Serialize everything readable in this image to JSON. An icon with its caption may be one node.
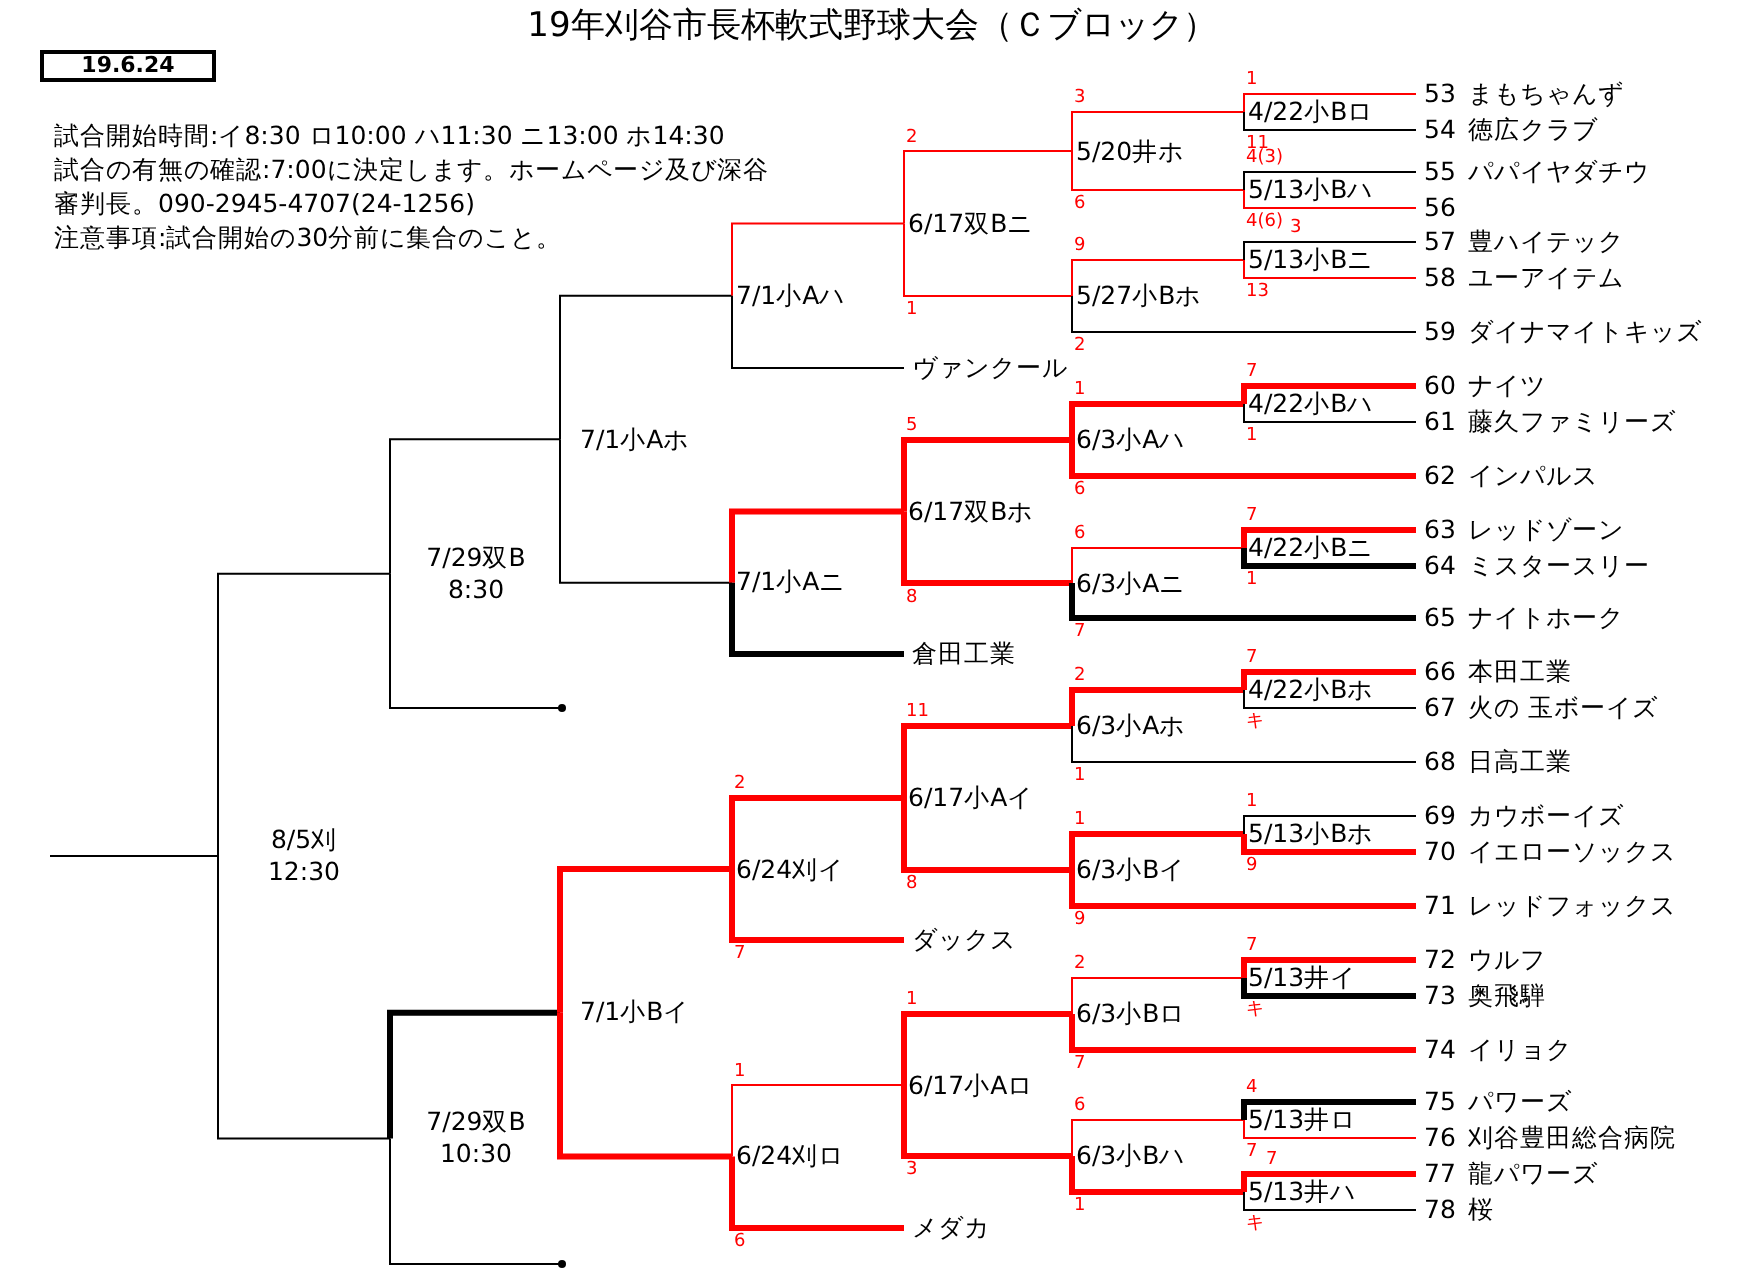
{
  "diagram": {
    "title": "19年刈谷市長杯軟式野球大会（Ｃブロック）",
    "nodes": [
      {
        "text": [
          "8/5刈",
          "12:30"
        ]
      },
      {
        "text": [
          "7/29双B",
          "8:30"
        ]
      },
      {
        "text": [
          "7/1小Aホ"
        ]
      },
      {
        "text": [
          "7/1小Aハ"
        ]
      },
      {
        "text": [
          "6/17双Bニ"
        ]
      },
      {
        "text": [
          "5/20井ホ"
        ]
      },
      {
        "text": [
          "4/22小Bロ"
        ]
      },
      {
        "text": [
          "53",
          "まもちゃんず"
        ]
      },
      {
        "text": [
          "54",
          "徳広クラブ"
        ]
      },
      {
        "text": [
          "5/13小Bハ"
        ]
      },
      {
        "text": [
          "55",
          "パパイヤダチウ"
        ]
      },
      {
        "text": [
          "56"
        ]
      },
      {
        "text": [
          "5/27小Bホ"
        ]
      },
      {
        "text": [
          "5/13小Bニ"
        ]
      },
      {
        "text": [
          "57",
          "豊ハイテック"
        ]
      },
      {
        "text": [
          "58",
          "ユーアイテム"
        ]
      },
      {
        "text": [
          "59",
          "ダイナマイトキッズ"
        ]
      },
      {
        "text": [
          "ヴァンクール"
        ]
      },
      {
        "text": [
          "7/1小Aニ"
        ]
      },
      {
        "text": [
          "6/17双Bホ"
        ]
      },
      {
        "text": [
          "6/3小Aハ"
        ]
      },
      {
        "text": [
          "4/22小Bハ"
        ]
      },
      {
        "text": [
          "60",
          "ナイツ"
        ]
      },
      {
        "text": [
          "61",
          "藤久ファミリーズ"
        ]
      },
      {
        "text": [
          "62",
          "インパルス"
        ]
      },
      {
        "text": [
          "6/3小Aニ"
        ]
      },
      {
        "text": [
          "4/22小Bニ"
        ]
      },
      {
        "text": [
          "63",
          "レッドゾーン"
        ]
      },
      {
        "text": [
          "64",
          "ミスタースリー"
        ]
      },
      {
        "text": [
          "65",
          "ナイトホーク"
        ]
      },
      {
        "text": [
          "倉田工業"
        ]
      },
      {
        "text": [],
        "shape": "point"
      },
      {
        "text": [
          "7/29双B",
          "10:30"
        ]
      },
      {
        "text": [
          "7/1小Bイ"
        ]
      },
      {
        "text": [
          "6/24刈イ"
        ]
      },
      {
        "text": [
          "6/17小Aイ"
        ]
      },
      {
        "text": [
          "6/3小Aホ"
        ]
      },
      {
        "text": [
          "4/22小Bホ"
        ]
      },
      {
        "text": [
          "66",
          "本田工業"
        ]
      },
      {
        "text": [
          "67",
          "火の 玉ボーイズ"
        ]
      },
      {
        "text": [
          "68",
          "日高工業"
        ]
      },
      {
        "text": [
          "6/3小Bイ"
        ]
      },
      {
        "text": [
          "5/13小Bホ"
        ]
      },
      {
        "text": [
          "69",
          "カウボーイズ"
        ]
      },
      {
        "text": [
          "70",
          "イエローソックス"
        ]
      },
      {
        "text": [
          "71",
          "レッドフォックス"
        ]
      },
      {
        "text": [
          "ダックス"
        ]
      },
      {
        "text": [
          "6/24刈ロ"
        ]
      },
      {
        "text": [
          "6/17小Aロ"
        ]
      },
      {
        "text": [
          "6/3小Bロ"
        ]
      },
      {
        "text": [
          "5/13井イ"
        ]
      },
      {
        "text": [
          "72",
          "ウルフ"
        ]
      },
      {
        "text": [
          "73",
          "奥飛騨"
        ]
      },
      {
        "text": [
          "74",
          "イリョク"
        ]
      },
      {
        "text": [
          "6/3小Bハ"
        ]
      },
      {
        "text": [
          "5/13井ロ"
        ]
      },
      {
        "text": [
          "75",
          "パワーズ"
        ]
      },
      {
        "text": [
          "76",
          "刈谷豊田総合病院"
        ]
      },
      {
        "text": [
          "5/13井ハ"
        ]
      },
      {
        "text": [
          "77",
          "龍パワーズ"
        ]
      },
      {
        "text": [
          "78",
          "桜"
        ]
      },
      {
        "text": [
          "メダカ"
        ]
      },
      {
        "text": [],
        "shape": "point"
      }
    ],
    "edges": [
      {
        "from": null,
        "to": 0,
        "arrow": "none",
        "color": "#000000"
      },
      {
        "from": 1,
        "to": 0,
        "arrow": "none",
        "color": "#000000"
      },
      {
        "from": 32,
        "to": 0,
        "arrow": "none",
        "color": "#000000"
      },
      {
        "from": 2,
        "to": 1,
        "arrow": "none",
        "color": "#000000"
      },
      {
        "from": 31,
        "to": 1,
        "arrow": "none",
        "color": "#000000"
      },
      {
        "from": 3,
        "to": 2,
        "arrow": "none",
        "color": "#000000"
      },
      {
        "from": 18,
        "to": 2,
        "arrow": "none",
        "color": "#000000"
      },
      {
        "from": 4,
        "to": 3,
        "arrow": "none",
        "color": "#ff0000"
      },
      {
        "from": 17,
        "to": 3,
        "arrow": "none",
        "color": "#000000"
      },
      {
        "from": 5,
        "to": 4,
        "arrow": "none",
        "label": "2",
        "color": "#ff0000"
      },
      {
        "from": 12,
        "to": 4,
        "arrow": "none",
        "label": "1",
        "color": "#ff0000"
      },
      {
        "from": 6,
        "to": 5,
        "arrow": "none",
        "label": "3",
        "color": "#ff0000"
      },
      {
        "from": 9,
        "to": 5,
        "arrow": "none",
        "label": "6",
        "color": "#ff0000"
      },
      {
        "from": 7,
        "to": 6,
        "arrow": "none",
        "label": "1",
        "color": "#ff0000"
      },
      {
        "from": 8,
        "to": 6,
        "arrow": "none",
        "label": "11",
        "color": "#000000"
      },
      {
        "from": 10,
        "to": 9,
        "arrow": "none",
        "label": "4(3)",
        "color": "#000000"
      },
      {
        "from": 11,
        "to": 9,
        "arrow": "none",
        "label": "4(6)",
        "color": "#ff0000"
      },
      {
        "from": 13,
        "to": 12,
        "arrow": "none",
        "label": "9",
        "color": "#ff0000"
      },
      {
        "from": 16,
        "to": 12,
        "arrow": "none",
        "label": "2",
        "color": "#000000"
      },
      {
        "from": 14,
        "to": 13,
        "arrow": "none",
        "label": "3",
        "color": "#000000"
      },
      {
        "from": 15,
        "to": 13,
        "arrow": "none",
        "label": "13",
        "color": "#ff0000"
      },
      {
        "from": 19,
        "to": 18,
        "arrow": "none",
        "style": "thick",
        "color": "#ff0000"
      },
      {
        "from": 30,
        "to": 18,
        "arrow": "none",
        "style": "thick",
        "color": "#000000"
      },
      {
        "from": 20,
        "to": 19,
        "arrow": "none",
        "label": "5",
        "style": "thick",
        "color": "#ff0000"
      },
      {
        "from": 25,
        "to": 19,
        "arrow": "none",
        "label": "8",
        "style": "thick",
        "color": "#ff0000"
      },
      {
        "from": 21,
        "to": 20,
        "arrow": "none",
        "label": "1",
        "style": "thick",
        "color": "#ff0000"
      },
      {
        "from": 24,
        "to": 20,
        "arrow": "none",
        "label": "6",
        "style": "thick",
        "color": "#ff0000"
      },
      {
        "from": 22,
        "to": 21,
        "arrow": "none",
        "label": "7",
        "style": "thick",
        "color": "#ff0000"
      },
      {
        "from": 23,
        "to": 21,
        "arrow": "none",
        "label": "1",
        "color": "#000000"
      },
      {
        "from": 26,
        "to": 25,
        "arrow": "none",
        "label": "6",
        "color": "#ff0000"
      },
      {
        "from": 29,
        "to": 25,
        "arrow": "none",
        "label": "7",
        "style": "thick",
        "color": "#000000"
      },
      {
        "from": 27,
        "to": 26,
        "arrow": "none",
        "label": "7",
        "style": "thick",
        "color": "#ff0000"
      },
      {
        "from": 28,
        "to": 26,
        "arrow": "none",
        "label": "1",
        "style": "thick",
        "color": "#000000"
      },
      {
        "from": 33,
        "to": 32,
        "arrow": "none",
        "style": "thick",
        "color": "#000000"
      },
      {
        "from": 62,
        "to": 32,
        "arrow": "none",
        "color": "#000000"
      },
      {
        "from": 34,
        "to": 33,
        "arrow": "none",
        "style": "thick",
        "color": "#ff0000"
      },
      {
        "from": 47,
        "to": 33,
        "arrow": "none",
        "style": "thick",
        "color": "#ff0000"
      },
      {
        "from": 35,
        "to": 34,
        "arrow": "none",
        "label": "2",
        "style": "thick",
        "color": "#ff0000"
      },
      {
        "from": 46,
        "to": 34,
        "arrow": "none",
        "label": "7",
        "style": "thick",
        "color": "#ff0000"
      },
      {
        "from": 36,
        "to": 35,
        "arrow": "none",
        "label": "11",
        "style": "thick",
        "color": "#ff0000"
      },
      {
        "from": 41,
        "to": 35,
        "arrow": "none",
        "label": "8",
        "style": "thick",
        "color": "#ff0000"
      },
      {
        "from": 37,
        "to": 36,
        "arrow": "none",
        "label": "2",
        "style": "thick",
        "color": "#ff0000"
      },
      {
        "from": 40,
        "to": 36,
        "arrow": "none",
        "label": "1",
        "color": "#000000"
      },
      {
        "from": 38,
        "to": 37,
        "arrow": "none",
        "label": "7",
        "style": "thick",
        "color": "#ff0000"
      },
      {
        "from": 39,
        "to": 37,
        "arrow": "none",
        "label": "キ",
        "color": "#000000"
      },
      {
        "from": 42,
        "to": 41,
        "arrow": "none",
        "label": "1",
        "style": "thick",
        "color": "#ff0000"
      },
      {
        "from": 45,
        "to": 41,
        "arrow": "none",
        "label": "9",
        "style": "thick",
        "color": "#ff0000"
      },
      {
        "from": 43,
        "to": 42,
        "arrow": "none",
        "label": "1",
        "color": "#000000"
      },
      {
        "from": 44,
        "to": 42,
        "arrow": "none",
        "label": "9",
        "style": "thick",
        "color": "#ff0000"
      },
      {
        "from": 48,
        "to": 47,
        "arrow": "none",
        "label": "1",
        "color": "#ff0000"
      },
      {
        "from": 61,
        "to": 47,
        "arrow": "none",
        "label": "6",
        "style": "thick",
        "color": "#ff0000"
      },
      {
        "from": 49,
        "to": 48,
        "arrow": "none",
        "label": "1",
        "style": "thick",
        "color": "#ff0000"
      },
      {
        "from": 54,
        "to": 48,
        "arrow": "none",
        "label": "3",
        "style": "thick",
        "color": "#ff0000"
      },
      {
        "from": 50,
        "to": 49,
        "arrow": "none",
        "label": "2",
        "color": "#ff0000"
      },
      {
        "from": 53,
        "to": 49,
        "arrow": "none",
        "label": "7",
        "style": "thick",
        "color": "#ff0000"
      },
      {
        "from": 51,
        "to": 50,
        "arrow": "none",
        "label": "7",
        "style": "thick",
        "color": "#ff0000"
      },
      {
        "from": 52,
        "to": 50,
        "arrow": "none",
        "label": "キ",
        "style": "thick",
        "color": "#000000"
      },
      {
        "from": 55,
        "to": 54,
        "arrow": "none",
        "label": "6",
        "color": "#ff0000"
      },
      {
        "from": 58,
        "to": 54,
        "arrow": "none",
        "label": "1",
        "style": "thick",
        "color": "#ff0000"
      },
      {
        "from": 56,
        "to": 55,
        "arrow": "none",
        "label": "4",
        "style": "thick",
        "color": "#000000"
      },
      {
        "from": 57,
        "to": 55,
        "arrow": "none",
        "label": "7",
        "color": "#ff0000"
      },
      {
        "from": 59,
        "to": 58,
        "arrow": "none",
        "label": "7",
        "style": "thick",
        "color": "#ff0000"
      },
      {
        "from": 60,
        "to": 58,
        "arrow": "none",
        "label": "キ",
        "color": "#000000"
      }
    ],
    "labels": [
      "19.6.24",
      "試合開始時間:イ8:30 ロ10:00 ハ11:30 ニ13:00 ホ14:30",
      "試合の有無の確認:7:00に決定します。ホームページ及び深谷審判長。090-2945-4707(24-1256)",
      "注意事項:試合開始の30分前に集合のこと。"
    ]
  }
}
